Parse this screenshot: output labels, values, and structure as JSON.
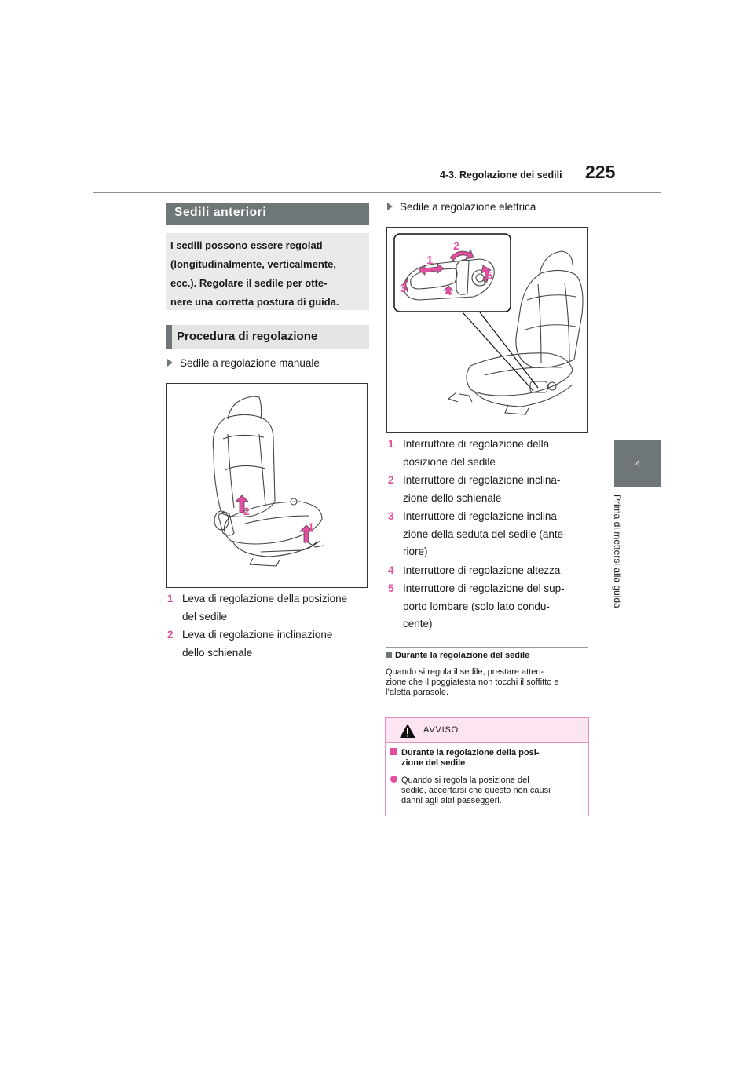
{
  "header": {
    "section": "4-3. Regolazione dei sedili",
    "page_number": "225"
  },
  "side_tab": {
    "chapter": "4",
    "title": "Prima di mettersi alla guida"
  },
  "left": {
    "heading_anteriori": "Sedili anteriori",
    "intro_lines": [
      "I sedili possono essere regolati",
      "(longitudinalmente, verticalmente,",
      "ecc.). Regolare il sedile per otte-",
      "nere una corretta postura di guida."
    ],
    "heading_procedura": "Procedura di regolazione",
    "manual_label": "Sedile a regolazione manuale",
    "manual_callouts": [
      "1",
      "2"
    ],
    "manual_items": [
      {
        "n": "1",
        "lines": [
          "Leva di regolazione della posizione",
          "del sedile"
        ]
      },
      {
        "n": "2",
        "lines": [
          "Leva di regolazione inclinazione",
          "dello schienale"
        ]
      }
    ]
  },
  "right": {
    "electric_label": "Sedile a regolazione elettrica",
    "electric_callouts": [
      "1",
      "2",
      "3",
      "4",
      "5"
    ],
    "electric_items": [
      {
        "n": "1",
        "lines": [
          "Interruttore di regolazione della",
          "posizione del sedile"
        ]
      },
      {
        "n": "2",
        "lines": [
          "Interruttore di regolazione inclina-",
          "zione dello schienale"
        ]
      },
      {
        "n": "3",
        "lines": [
          "Interruttore di regolazione inclina-",
          "zione della seduta del sedile (ante-",
          "riore)"
        ]
      },
      {
        "n": "4",
        "lines": [
          "Interruttore di regolazione altezza"
        ]
      },
      {
        "n": "5",
        "lines": [
          "Interruttore di regolazione del sup-",
          "porto lombare (solo lato condu-",
          "cente)"
        ]
      }
    ],
    "note": {
      "heading": "Durante la regolazione del sedile",
      "lines": [
        "Quando si regola il sedile, prestare atten-",
        "zione che il poggiatesta non tocchi il soffitto e",
        "l’aletta parasole."
      ]
    },
    "warning": {
      "title": "AVVISO",
      "subheading_lines": [
        "Durante la regolazione della posi-",
        "zione del sedile"
      ],
      "text_lines": [
        "Quando si regola la posizione del",
        "sedile, accertarsi che questo non causi",
        "danni agli altri passeggeri."
      ]
    }
  },
  "colors": {
    "accent_pink": "#e14fa0",
    "tab_gray": "#6e7677",
    "box_gray": "#e9ebeb",
    "warning_bg": "#fde4f1"
  }
}
